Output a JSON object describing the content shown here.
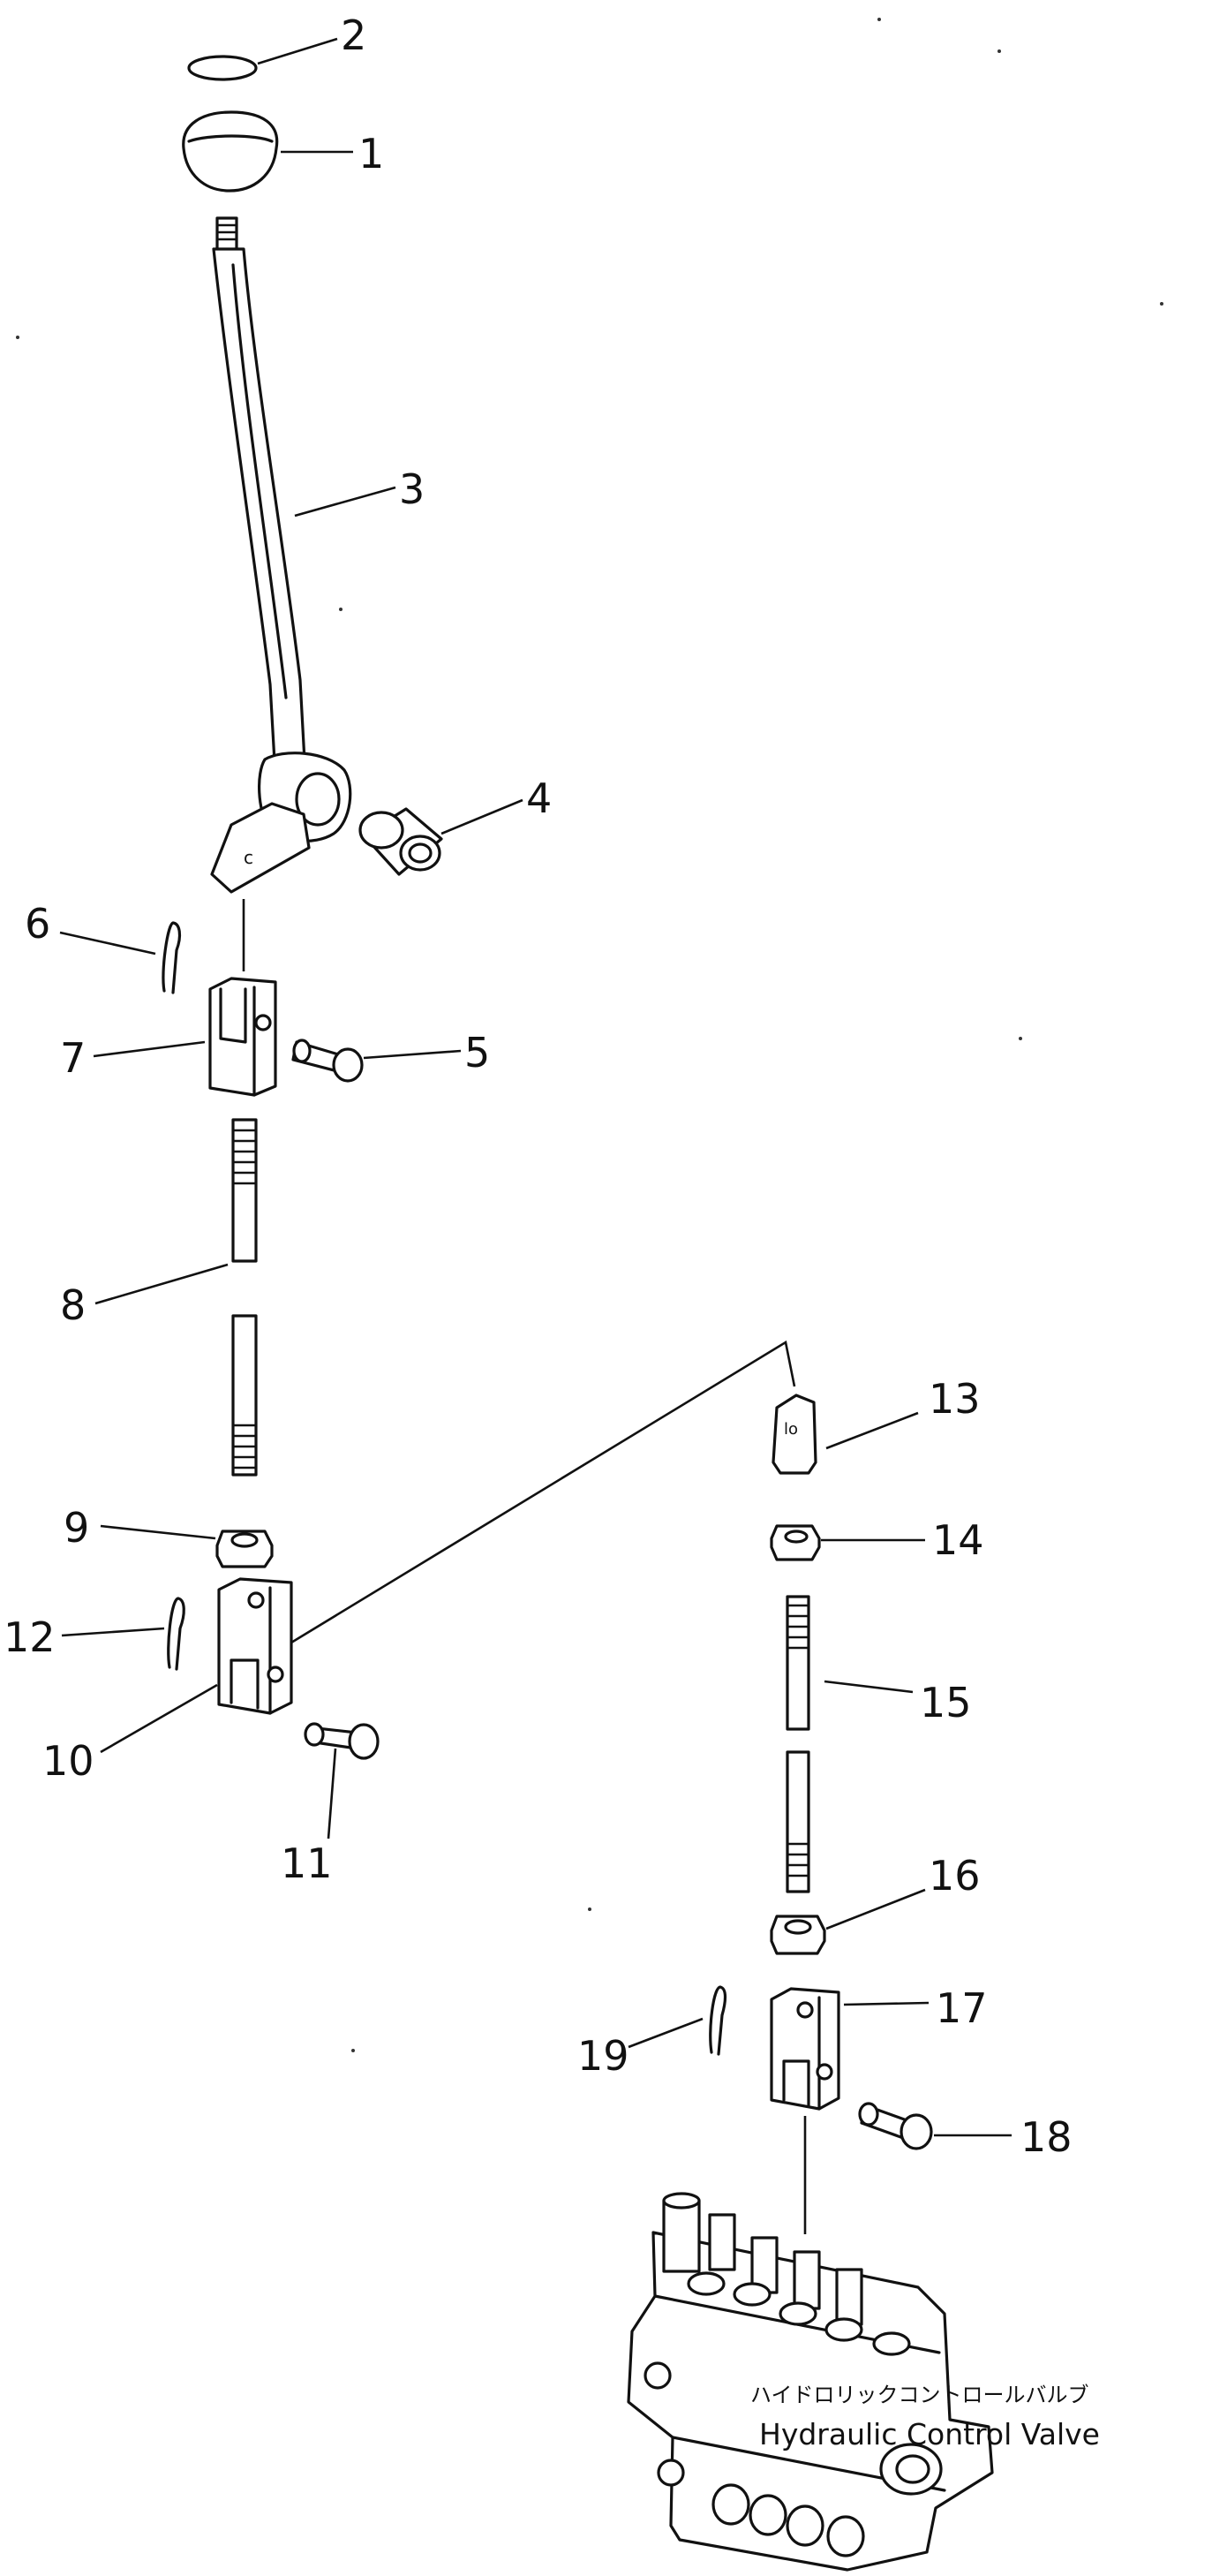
{
  "callouts": [
    "1",
    "2",
    "3",
    "4",
    "5",
    "6",
    "7",
    "8",
    "9",
    "10",
    "11",
    "12",
    "13",
    "14",
    "15",
    "16",
    "17",
    "18",
    "19"
  ],
  "valve": {
    "label_jp": "ハイドロリックコントロールバルブ",
    "label_en": "Hydraulic Control Valve"
  }
}
